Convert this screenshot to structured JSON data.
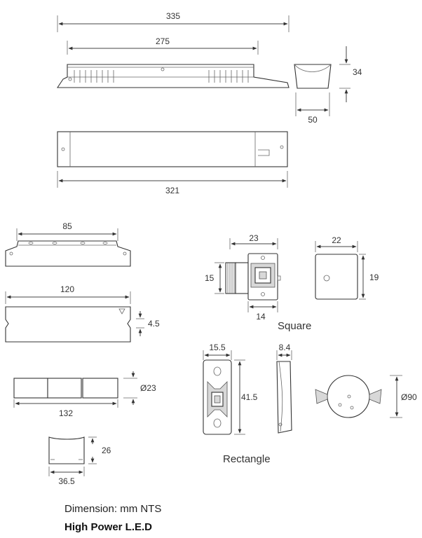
{
  "dimensions": {
    "overall_length": "335",
    "mounting_length": "275",
    "height": "34",
    "width": "50",
    "body_length": "321",
    "clip_length": "85",
    "strip_length": "120",
    "strip_thickness": "4.5",
    "tube_diameter": "Ø23",
    "tube_length": "132",
    "block_height": "26",
    "block_width": "36.5",
    "square_width": "23",
    "square_height": "15",
    "square_depth": "14",
    "plate_width": "22",
    "plate_height": "19",
    "rect_width": "15.5",
    "rect_height": "41.5",
    "rect_side_width": "8.4",
    "round_diameter": "Ø90"
  },
  "labels": {
    "square": "Square",
    "rectangle": "Rectangle"
  },
  "footer": {
    "note": "Dimension: mm NTS",
    "title": "High Power L.E.D"
  }
}
